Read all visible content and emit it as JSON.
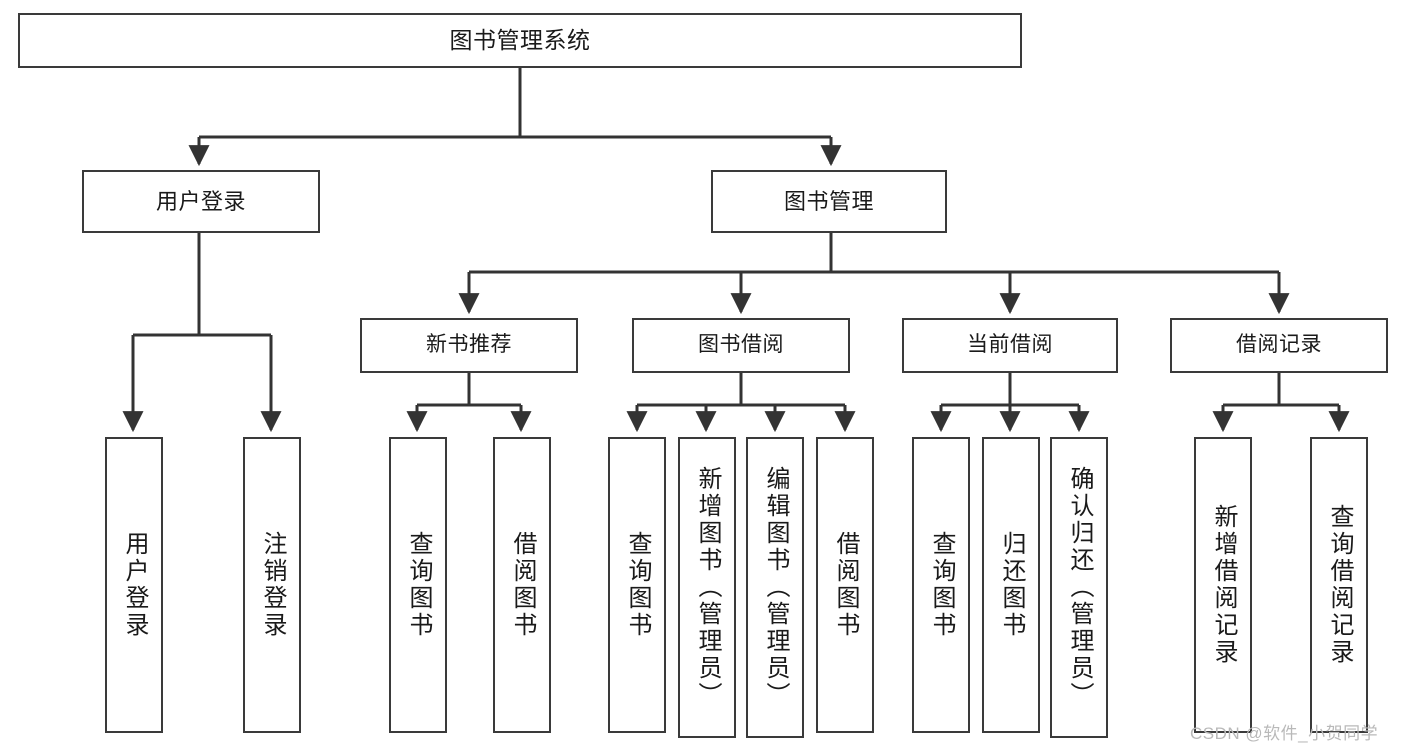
{
  "diagram": {
    "type": "tree-hierarchy",
    "title": "图书管理系统",
    "colors": {
      "box_border": "#3a3a3a",
      "box_fill": "#ffffff",
      "connector": "#333333",
      "text": "#1a1a1a",
      "watermark": "#b9b9b9",
      "background": "#ffffff"
    },
    "root": {
      "label": "图书管理系统"
    },
    "level2": [
      {
        "label": "用户登录"
      },
      {
        "label": "图书管理"
      }
    ],
    "level3": [
      {
        "label": "新书推荐"
      },
      {
        "label": "图书借阅"
      },
      {
        "label": "当前借阅"
      },
      {
        "label": "借阅记录"
      }
    ],
    "leaves": {
      "user_login": [
        {
          "label": "用户登录"
        },
        {
          "label": "注销登录"
        }
      ],
      "new_book_recommend": [
        {
          "label": "查询图书"
        },
        {
          "label": "借阅图书"
        }
      ],
      "book_borrow": [
        {
          "label": "查询图书"
        },
        {
          "label": "新增图书（管理员）"
        },
        {
          "label": "编辑图书（管理员）"
        },
        {
          "label": "借阅图书"
        }
      ],
      "current_borrow": [
        {
          "label": "查询图书"
        },
        {
          "label": "归还图书"
        },
        {
          "label": "确认归还（管理员）"
        }
      ],
      "borrow_record": [
        {
          "label": "新增借阅记录"
        },
        {
          "label": "查询借阅记录"
        }
      ]
    }
  },
  "watermark": {
    "text": "CSDN @软件_小贺同学"
  }
}
